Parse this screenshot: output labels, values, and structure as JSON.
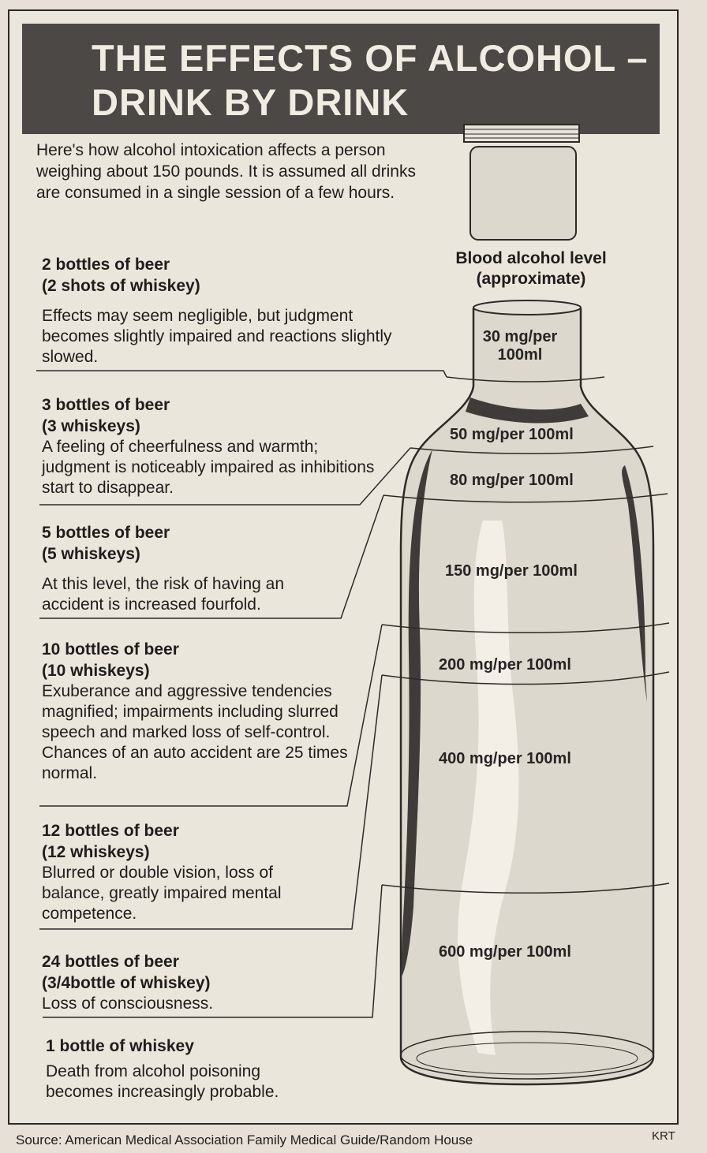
{
  "title": {
    "line1": "THE EFFECTS OF ALCOHOL –",
    "line2": "DRINK BY DRINK"
  },
  "intro": "Here's how alcohol intoxication affects a person weighing about 150 pounds. It is assumed all drinks are consumed in a single session of a few hours.",
  "bac_heading": {
    "line1": "Blood alcohol level",
    "line2": "(approximate)"
  },
  "effects": [
    {
      "drinks": "2 bottles of beer",
      "equivalent": "(2 shots of whiskey)",
      "description": "Effects may seem negligible, but judgment becomes slightly impaired and reactions slightly slowed."
    },
    {
      "drinks": "3 bottles of beer",
      "equivalent": "(3 whiskeys)",
      "description": "A feeling of cheerfulness and warmth; judgment is noticeably impaired as inhibitions start to disappear."
    },
    {
      "drinks": "5 bottles of beer",
      "equivalent": "(5 whiskeys)",
      "description": "At this level, the risk of having an accident is increased fourfold."
    },
    {
      "drinks": "10 bottles of beer",
      "equivalent": "(10 whiskeys)",
      "description": "Exuberance and aggressive tendencies magnified; impairments including slurred speech and marked loss of self-control. Chances of an auto accident are 25 times normal."
    },
    {
      "drinks": "12 bottles of beer",
      "equivalent": "(12 whiskeys)",
      "description": "Blurred or double vision, loss of balance, greatly impaired mental competence."
    },
    {
      "drinks": "24 bottles of beer",
      "equivalent": "(3/4bottle of whiskey)",
      "description": "Loss of consciousness."
    },
    {
      "drinks": "1 bottle of whiskey",
      "equivalent": "",
      "description": "Death from alcohol poisoning becomes increasingly probable."
    }
  ],
  "levels": [
    {
      "line1": "30 mg/per",
      "line2": "100ml"
    },
    {
      "line1": "50 mg/per 100ml"
    },
    {
      "line1": "80 mg/per 100ml"
    },
    {
      "line1": "150 mg/per 100ml"
    },
    {
      "line1": "200  mg/per 100ml"
    },
    {
      "line1": "400  mg/per 100ml"
    },
    {
      "line1": "600  mg/per 100ml"
    }
  ],
  "source": "Source: American Medical Association Family Medical Guide/Random House",
  "credit": "KRT",
  "colors": {
    "title_bar": "#4b4846",
    "paper": "#ebe6dc",
    "ink": "#1f1d1b",
    "bottle_shade": "#3e3b38",
    "highlight": "#f3efe7"
  }
}
